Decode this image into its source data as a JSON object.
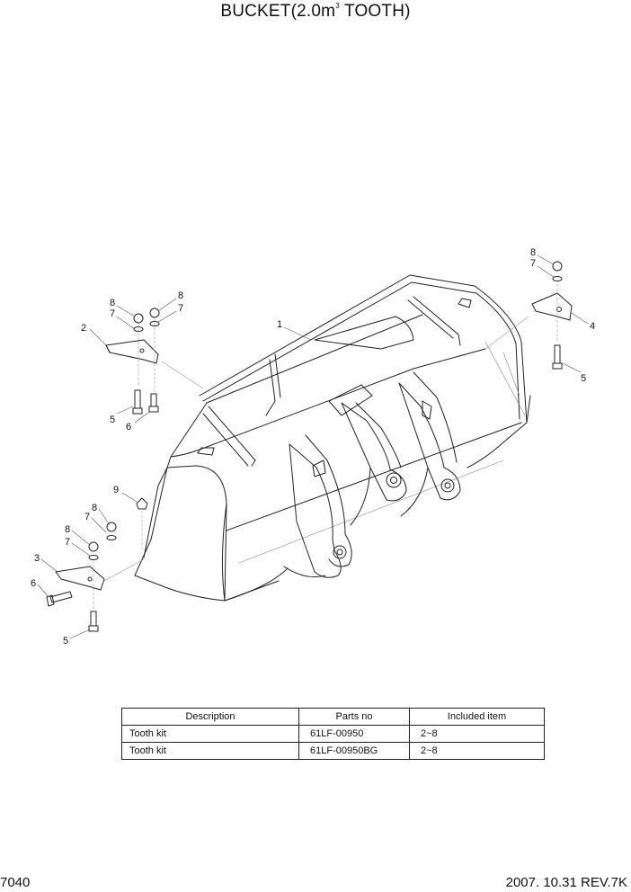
{
  "header": {
    "title_main": "BUCKET(2.0m",
    "title_sup": "3",
    "title_tail": " TOOTH)"
  },
  "callouts": {
    "n1": "1",
    "n2": "2",
    "n3": "3",
    "n4": "4",
    "n5": "5",
    "n6": "6",
    "n7": "7",
    "n8": "8",
    "n9": "9"
  },
  "parts_table": {
    "headers": [
      "Description",
      "Parts no",
      "Included item"
    ],
    "rows": [
      [
        "Tooth kit",
        "61LF-00950",
        "2~8"
      ],
      [
        "Tooth kit",
        "61LF-00950BG",
        "2~8"
      ]
    ]
  },
  "footer": {
    "page_number": "7040",
    "revision": "2007. 10.31  REV.7K"
  }
}
